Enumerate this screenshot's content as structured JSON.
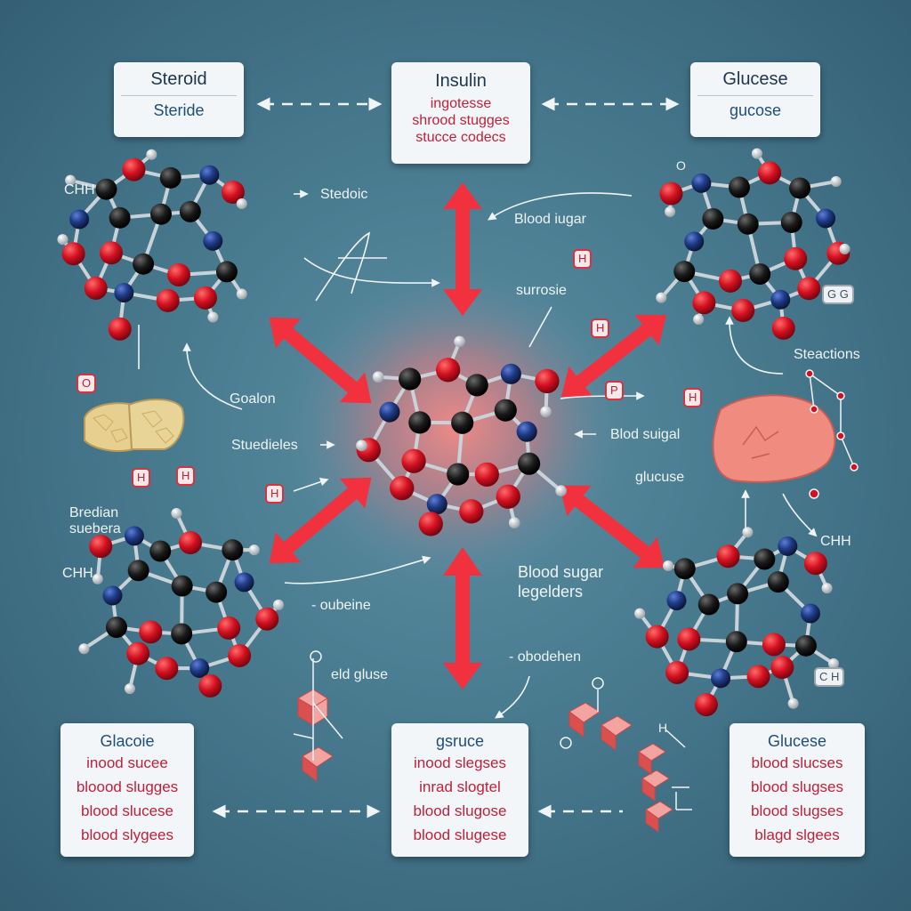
{
  "colors": {
    "accent_red": "#f2313f",
    "atom_red": "#d3101f",
    "atom_black": "#1a1a1a",
    "atom_blue": "#1f3c88",
    "box_bg": "#f3f6f8"
  },
  "boxes": {
    "steroid": {
      "title": "Steroid",
      "sub": "Steride"
    },
    "insulin": {
      "title": "Insulin",
      "lines": [
        "ingotesse",
        "shrood stugges",
        "stucce codecs"
      ]
    },
    "glucose_top": {
      "title": "Glucese",
      "sub": "gucose"
    },
    "glucose_bl": {
      "title": "Glacoie",
      "lines": [
        "inood sucee",
        "bloood slugges",
        "blood slucese",
        "blood slygees"
      ]
    },
    "glucose_bc": {
      "title": "gsruce",
      "lines": [
        "inood slegses",
        "inrad slogtel",
        "blood slugose",
        "blood slugese"
      ]
    },
    "glucose_br": {
      "title": "Glucese",
      "lines": [
        "blood slucses",
        "blood slugses",
        "blood slugses",
        "blagd slgees"
      ]
    }
  },
  "labels": {
    "chh_tl": "CHH",
    "stedoic": "Stedoic",
    "blood_iugar": "Blood iugar",
    "surrosie": "surrosie",
    "goalon": "Goalon",
    "steelades": "Stuedieles",
    "bredian": "Bredian\nsuebera",
    "chh_l": "CHH",
    "oubeine": "- oubeine",
    "eld_gluse": "eld gluse",
    "blood_sugar_legelders": "Blood sugar\nlegelders",
    "obodehen": "- obodehen",
    "steactions": "Steactions",
    "blod_sugar": "Blod suigal",
    "glucuse": "glucuse",
    "chh_r": "CHH",
    "gg": "G G",
    "ch_box": "C H",
    "h_tag1": "H",
    "h_tag2": "H",
    "h_tag3": "H",
    "h_tag4": "H",
    "p_tag": "P",
    "h_tag5": "H",
    "oa_tag": "O",
    "ha_tag": "H",
    "o_small": "O",
    "h_small": "H"
  }
}
